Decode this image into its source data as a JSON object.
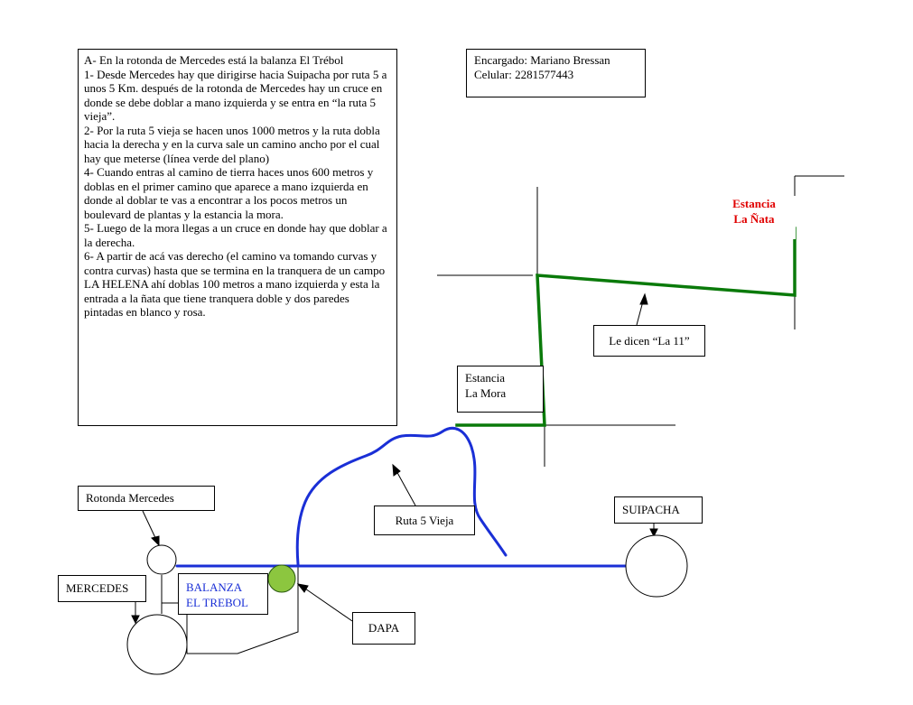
{
  "instructions": {
    "lines": [
      "A- En la rotonda de Mercedes está la balanza El Trébol",
      "1- Desde Mercedes hay que dirigirse hacia Suipacha por ruta 5 a unos 5 Km. después de la rotonda de Mercedes hay un cruce en donde se debe doblar a mano izquierda y se entra en “la ruta 5 vieja”.",
      "2- Por la ruta 5 vieja se hacen unos 1000 metros y la ruta dobla hacia la derecha y en la curva sale un camino ancho por el cual hay que meterse (línea verde del plano)",
      "4- Cuando entras al camino de tierra haces unos 600 metros y doblas en el primer  camino que aparece a mano izquierda en donde al doblar te vas a encontrar a los pocos metros un boulevard de plantas y la estancia la mora.",
      "5- Luego de la mora llegas a un cruce en donde hay que doblar a la derecha.",
      "6- A partir de acá vas derecho (el camino va tomando curvas y contra curvas) hasta que se termina en la tranquera de un campo LA HELENA ahí doblas 100 metros a mano izquierda y esta la entrada a la ñata que tiene tranquera doble y dos paredes pintadas en blanco y rosa."
    ]
  },
  "contact": {
    "manager": "Encargado: Mariano Bressan",
    "phone": "Celular: 2281577443"
  },
  "labels": {
    "nata_line1": "Estancia",
    "nata_line2": "La Ñata",
    "mora_line1": "Estancia",
    "mora_line2": "La Mora",
    "la11": "Le dicen “La 11”",
    "rotonda": "Rotonda Mercedes",
    "ruta5vieja": "Ruta 5 Vieja",
    "suipacha": "SUIPACHA",
    "mercedes": "MERCEDES",
    "balanza_line1": "BALANZA",
    "balanza_line2": "EL TREBOL",
    "dapa": "DAPA"
  },
  "colors": {
    "route_green": "#0a7a0a",
    "road_blue": "#1a2fd6",
    "destination_red": "#e00000",
    "dapa_marker": "#8cc63f"
  }
}
